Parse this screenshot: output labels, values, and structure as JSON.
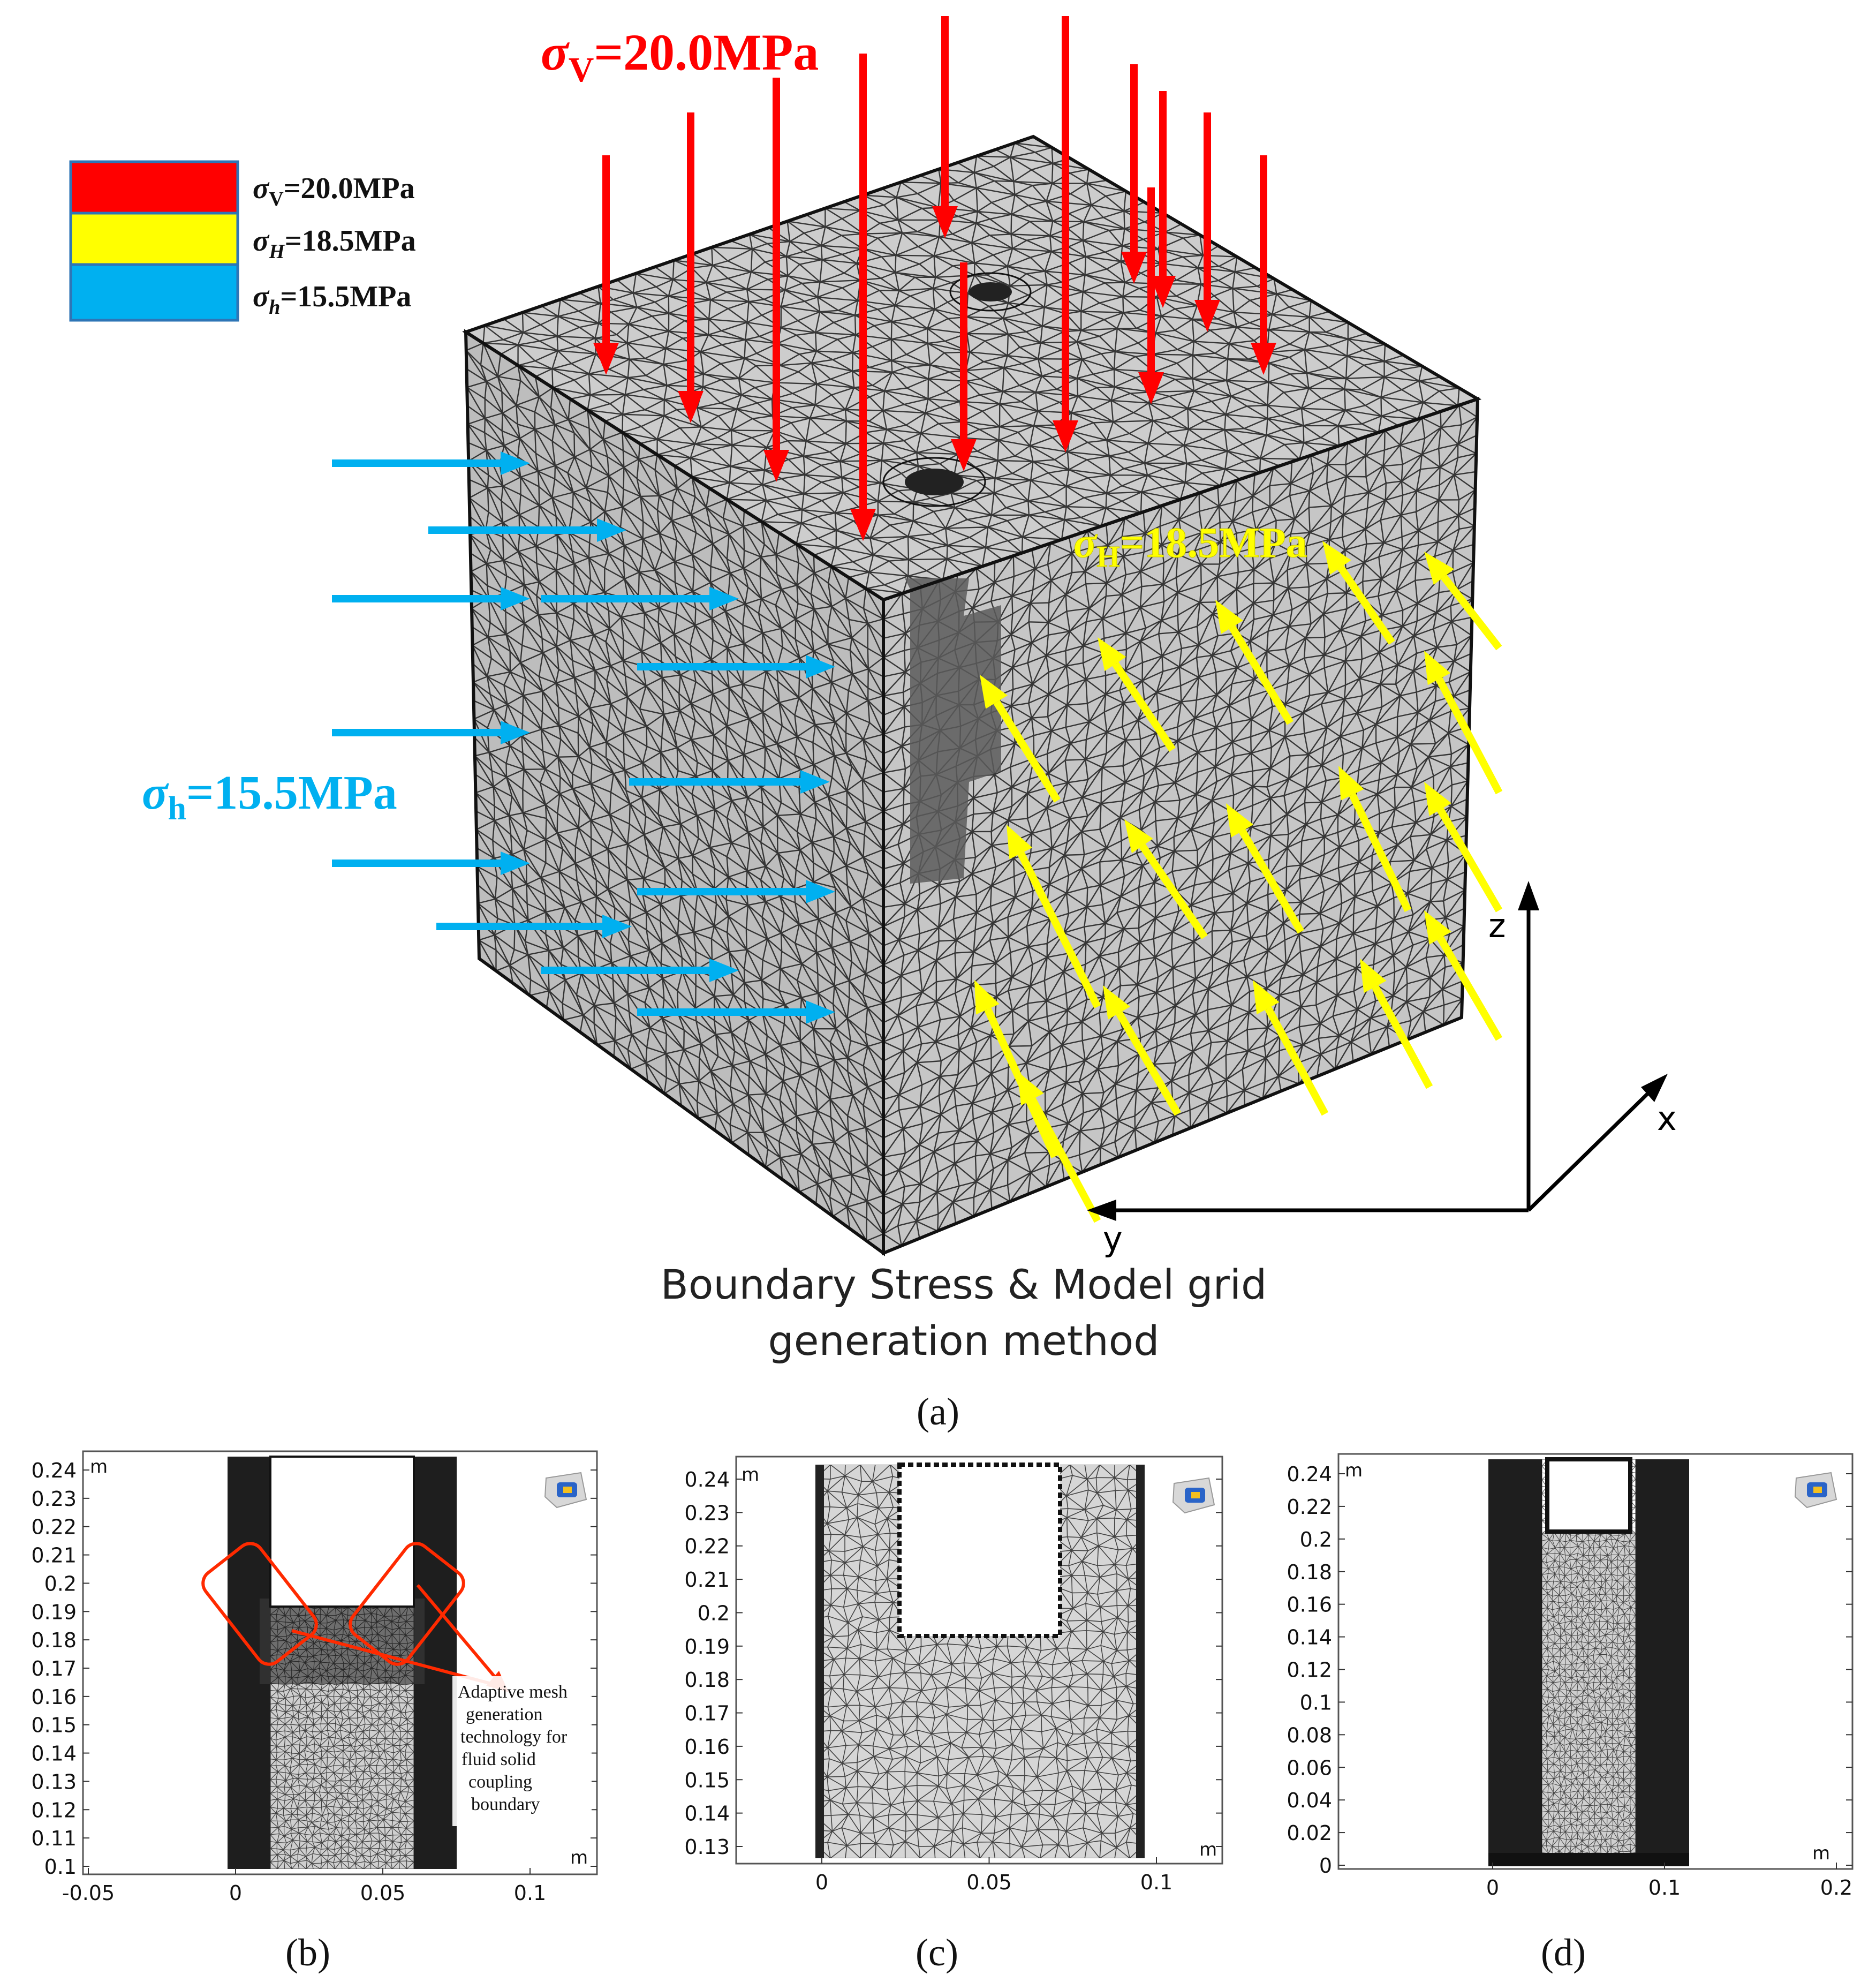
{
  "colors": {
    "vertical": "#ff0000",
    "h_max": "#ffff00",
    "h_min": "#00b0f0",
    "mesh": "#111111",
    "mesh_fill": "#c8c8c8",
    "callout": "#ff2a00"
  },
  "legend": {
    "items": [
      {
        "sym": "σ",
        "sub": "V",
        "text": "=20.0MPa",
        "color": "#ff0000"
      },
      {
        "sym": "σ",
        "sub": "H",
        "text": "=18.5MPa",
        "color": "#ffff00"
      },
      {
        "sym": "σ",
        "sub": "h",
        "text": "=15.5MPa",
        "color": "#00b0f0"
      }
    ]
  },
  "panel_a": {
    "label_v": {
      "sym": "σ",
      "sub": "V",
      "text": "=20.0MPa"
    },
    "label_H": {
      "sym": "σ",
      "sub": "H",
      "text": "=18.5MPa"
    },
    "label_h": {
      "sym": "σ",
      "sub": "h",
      "text": "=15.5MPa"
    },
    "axes": {
      "z": "z",
      "x": "x",
      "y": "y"
    },
    "caption_line1": "Boundary Stress & Model grid",
    "caption_line2": "generation method",
    "panel_label": "(a)"
  },
  "panel_b": {
    "unit": "m",
    "y_ticks": [
      "0.24",
      "0.23",
      "0.22",
      "0.21",
      "0.2",
      "0.19",
      "0.18",
      "0.17",
      "0.16",
      "0.15",
      "0.14",
      "0.13",
      "0.12",
      "0.11",
      "0.1"
    ],
    "x_ticks": [
      "-0.05",
      "0",
      "0.05",
      "0.1"
    ],
    "annotation": [
      "Adaptive mesh",
      "generation",
      "technology for",
      "fluid solid",
      "coupling",
      "boundary"
    ],
    "panel_label": "(b)"
  },
  "panel_c": {
    "unit": "m",
    "y_ticks": [
      "0.24",
      "0.23",
      "0.22",
      "0.21",
      "0.2",
      "0.19",
      "0.18",
      "0.17",
      "0.16",
      "0.15",
      "0.14",
      "0.13"
    ],
    "x_ticks": [
      "0",
      "0.05",
      "0.1"
    ],
    "panel_label": "(c)"
  },
  "panel_d": {
    "unit": "m",
    "y_ticks": [
      "0.24",
      "0.22",
      "0.2",
      "0.18",
      "0.16",
      "0.14",
      "0.12",
      "0.1",
      "0.08",
      "0.06",
      "0.04",
      "0.02",
      "0"
    ],
    "x_ticks": [
      "0",
      "0.1",
      "0.2"
    ],
    "panel_label": "(d)"
  }
}
